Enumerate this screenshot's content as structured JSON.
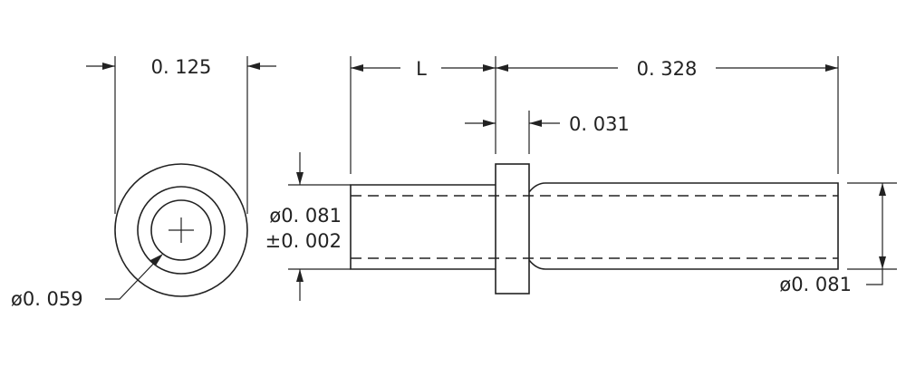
{
  "dimensions": {
    "end_view_width": "0. 125",
    "length_l": "L",
    "overall_length": "0. 328",
    "flange_thickness": "0. 031",
    "bore_dia_line1": "ø0. 081",
    "bore_dia_line2": "±0. 002",
    "outer_dia": "ø0. 081",
    "inner_dia": "ø0. 059"
  }
}
